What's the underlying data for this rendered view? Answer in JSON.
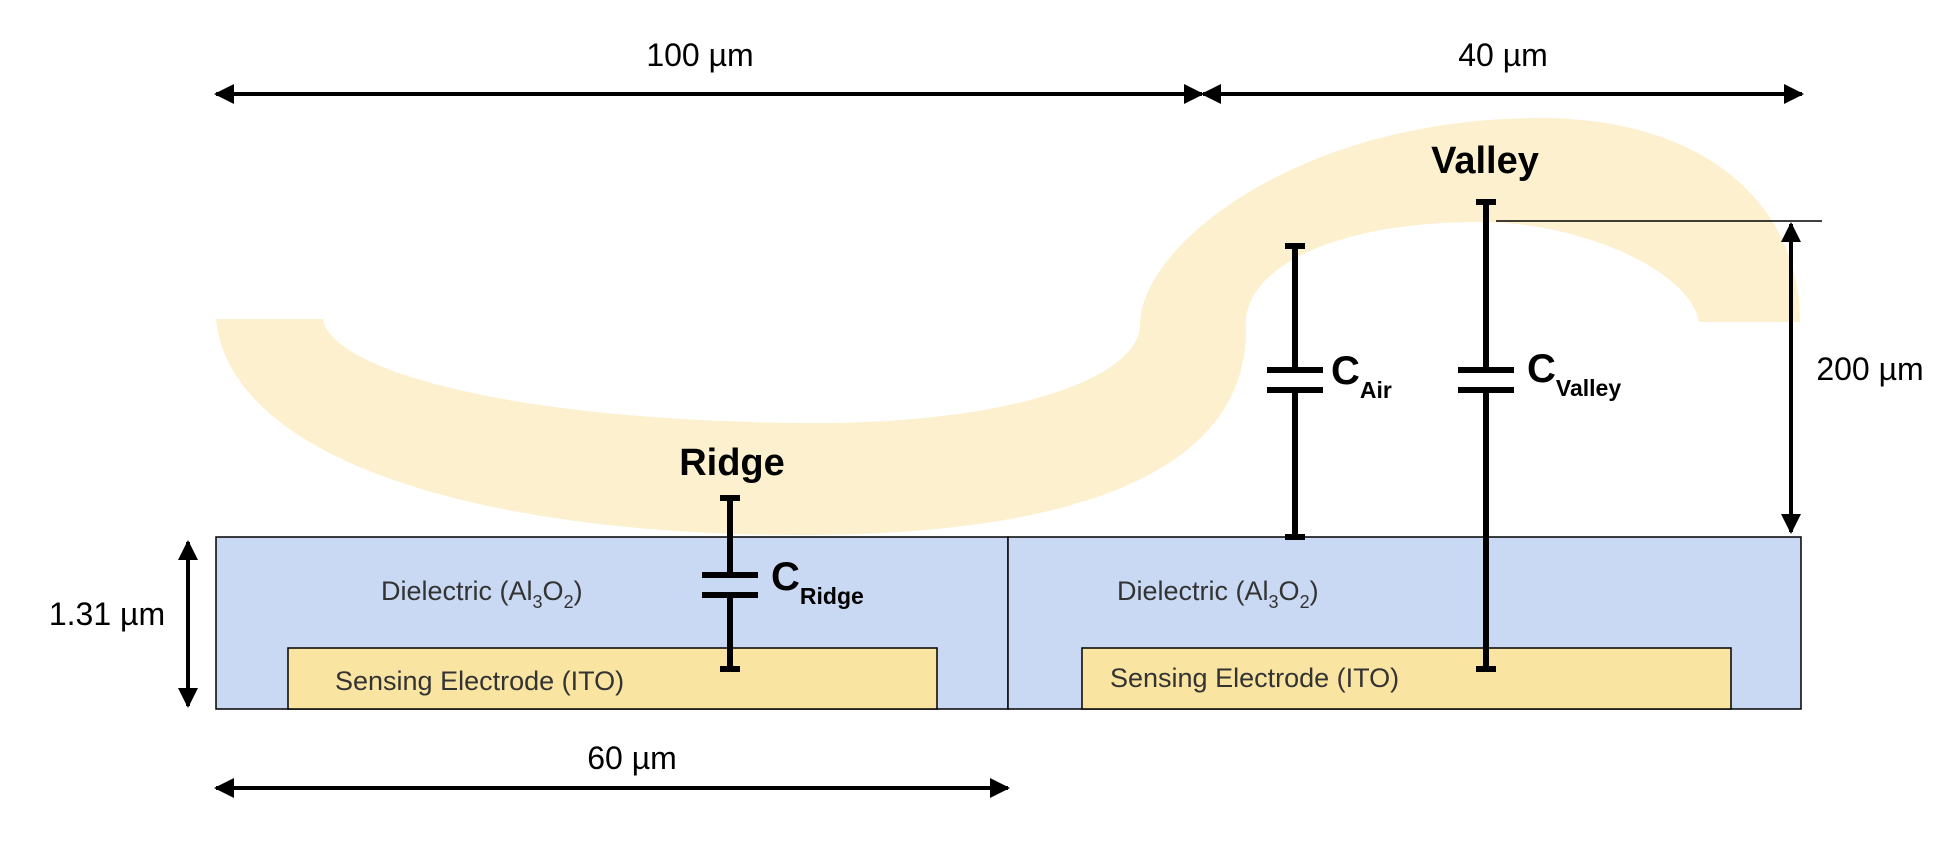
{
  "dimensions": {
    "top_left": "100 µm",
    "top_right": "40 µm",
    "bottom": "60 µm",
    "left": "1.31 µm",
    "right": "200 µm"
  },
  "labels": {
    "ridge": "Ridge",
    "valley": "Valley"
  },
  "capacitors": {
    "ridge": {
      "main": "C",
      "sub": "Ridge"
    },
    "air": {
      "main": "C",
      "sub": "Air"
    },
    "valley": {
      "main": "C",
      "sub": "Valley"
    }
  },
  "cells": [
    {
      "dielectric": {
        "prefix": "Dielectric (Al",
        "sub1": "3",
        "mid": "O",
        "sub2": "2",
        "suffix": ")"
      },
      "electrode": "Sensing Electrode (ITO)"
    },
    {
      "dielectric": {
        "prefix": "Dielectric (Al",
        "sub1": "3",
        "mid": "O",
        "sub2": "2",
        "suffix": ")"
      },
      "electrode": "Sensing Electrode (ITO)"
    }
  ],
  "colors": {
    "finger": "#fcf0cf",
    "dielectric": "#c9d8f3",
    "electrode": "#f9e4a2",
    "line": "#000000"
  }
}
